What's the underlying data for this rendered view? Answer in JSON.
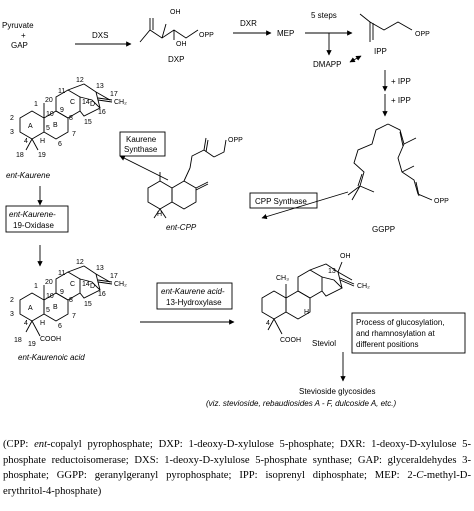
{
  "compounds": {
    "pyruvate": "Pyruvate",
    "plus": "+",
    "gap": "GAP",
    "dxp": "DXP",
    "mep": "MEP",
    "ipp": "IPP",
    "dmapp": "DMAPP",
    "ggpp": "GGPP",
    "ent_cpp": "ent-CPP",
    "ent_kaurene": "ent-Kaurene",
    "ent_kaurenoic_acid": "ent-Kaurenoic acid",
    "steviol": "Steviol"
  },
  "enzymes": {
    "dxs": "DXS",
    "dxr": "DXR",
    "five_steps": "5 steps",
    "plus_ipp_1": "+ IPP",
    "plus_ipp_2": "+ IPP",
    "cpp_synthase": "CPP Synthase",
    "kaurene_synthase_1": "Kaurene",
    "kaurene_synthase_2": "Synthase",
    "kaurene_oxidase_1": "ent-Kaurene-",
    "kaurene_oxidase_2": "19-Oxidase",
    "hydroxylase_1": "ent-Kaurene acid-",
    "hydroxylase_2": "13-Hydroxylase",
    "glycosylation_1": "Process of glucosylation,",
    "glycosylation_2": "and rhamnosylation at",
    "glycosylation_3": "different positions"
  },
  "groups": {
    "opp": "OPP",
    "oh": "OH",
    "cooh": "COOH",
    "ch2": "CH₂",
    "h": "H",
    "ch3": "CH₃"
  },
  "rings": {
    "a": "A",
    "b": "B",
    "c": "C",
    "d": "D"
  },
  "atom_numbers": [
    "1",
    "2",
    "3",
    "4",
    "5",
    "6",
    "7",
    "8",
    "9",
    "10",
    "11",
    "12",
    "13",
    "14",
    "15",
    "16",
    "17",
    "18",
    "19",
    "20"
  ],
  "products": {
    "line1": "Stevioside glycosides",
    "line2": "(viz. stevioside, rebaudiosides A - F, dulcoside A, etc.)"
  },
  "caption": {
    "t1": "(CPP: ",
    "t2": "ent",
    "t3": "-copalyl pyrophosphate; DXP: 1-deoxy-D-xylulose 5-phosphate; DXR: 1-deoxy-D-xylulose 5-phosphate reductoisomerase; DXS: 1-deoxy-D-xylulose 5-phosphate synthase; GAP: glyceraldehydes 3-phosphate; GGPP: geranylgeranyl pyrophosphate; IPP: isoprenyl diphosphate; MEP: 2-",
    "t4": "C",
    "t5": "-methyl-D-erythritol-4-phosphate)"
  }
}
